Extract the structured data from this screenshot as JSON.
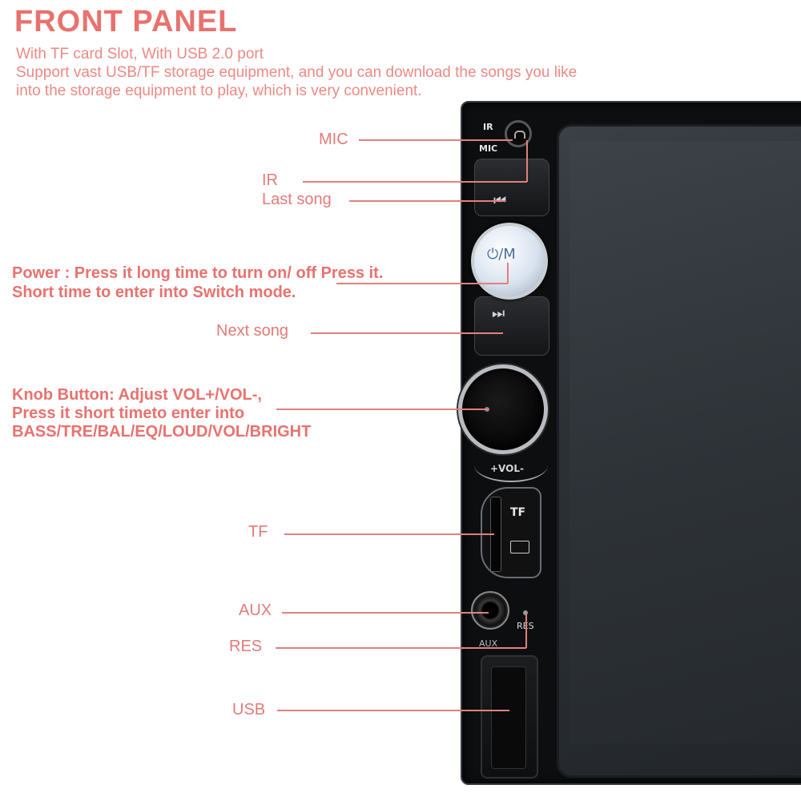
{
  "header": {
    "title": "FRONT PANEL",
    "lines": [
      "With TF card Slot, With USB 2.0 port",
      "Support vast USB/TF storage equipment, and you can download the songs you like",
      "into the storage equipment to play, which is very convenient."
    ]
  },
  "labels": {
    "mic": "MIC",
    "ir": "IR",
    "last_song": "Last song",
    "power_1": "Power : Press it long time to turn on/ off Press it.",
    "power_2": "Short time to enter into Switch mode.",
    "next_song": "Next song",
    "knob_1": "Knob Button: Adjust VOL+/VOL-,",
    "knob_2": "Press it short timeto enter into",
    "knob_3": "BASS/TRE/BAL/EQ/LOUD/VOL/BRIGHT",
    "tf": "TF",
    "aux": "AUX",
    "res": "RES",
    "usb": "USB"
  },
  "device": {
    "ir_text": "IR",
    "mic_text": "MIC",
    "prev_glyph": "⏮",
    "power_text": "⏻/M",
    "next_glyph": "⏭",
    "vol_text": "+VOL-",
    "tf_text": "TF",
    "aux_text": "AUX",
    "res_text": "RES"
  },
  "colors": {
    "accent": "#e8726e",
    "label": "#e27b78"
  }
}
